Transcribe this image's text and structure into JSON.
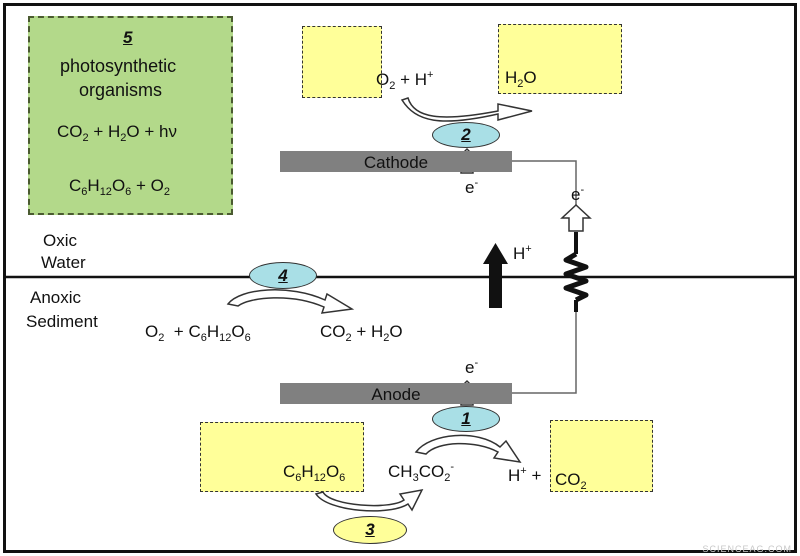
{
  "colors": {
    "green_box": "#b3d98a",
    "yellow_box": "#ffff99",
    "ellipse_blue": "#a9dfe6",
    "ellipse_yellow": "#ffff99",
    "electrode": "#808080"
  },
  "box5": {
    "number": "5",
    "title_line1": "photosynthetic",
    "title_line2": "organisms",
    "eq_top": {
      "co2": "CO",
      "co2_sub": "2",
      "plus1": "+ H",
      "h2o_sub": "2",
      "o_hv": "O + hν"
    },
    "eq_bottom": {
      "c": "C",
      "c_sub": "6",
      "h": "H",
      "h_sub": "12",
      "o": "O",
      "o_sub": "6",
      "plus_o2": " + O",
      "o2_sub": "2"
    }
  },
  "cathode": {
    "label": "Cathode",
    "step_number": "2",
    "electron": "e",
    "electron_sup": "-",
    "o2_label": "O",
    "o2_sub": "2",
    "plus_h": " + H",
    "h_sup": "+",
    "h2o_label": "H",
    "h2o_sub": "2",
    "h2o_o": "O"
  },
  "wire": {
    "electron": "e",
    "electron_sup": "-"
  },
  "proton": {
    "label": "H",
    "sup": "+"
  },
  "zones": {
    "oxic_line1": "Oxic",
    "oxic_line2": "Water",
    "anoxic_line1": "Anoxic",
    "anoxic_line2": "Sediment"
  },
  "reaction4": {
    "step_number": "4",
    "left": {
      "o": "O",
      "o_sub": "2",
      "plus": "  + C",
      "c_sub": "6",
      "h": "H",
      "h_sub": "12",
      "o2": "O",
      "o2_sub": "6"
    },
    "right": {
      "co": "CO",
      "co_sub": "2",
      "rest": " + H",
      "h_sub": "2",
      "o": "O"
    }
  },
  "anode": {
    "label": "Anode",
    "step_number": "1",
    "electron": "e",
    "electron_sup": "-",
    "glucose": {
      "c": "C",
      "c_sub": "6",
      "h": "H",
      "h_sub": "12",
      "o": "O",
      "o_sub": "6"
    },
    "acetate": {
      "ch": "CH",
      "ch_sub": "3",
      "co": "CO",
      "co_sub": "2",
      "sup": "-"
    },
    "hplus": {
      "h": "H",
      "sup": "+",
      "plus": " +"
    },
    "co2": {
      "co": "CO",
      "sub": "2"
    }
  },
  "step3": {
    "number": "3"
  },
  "watermark": "SCIENCEAG.COM"
}
